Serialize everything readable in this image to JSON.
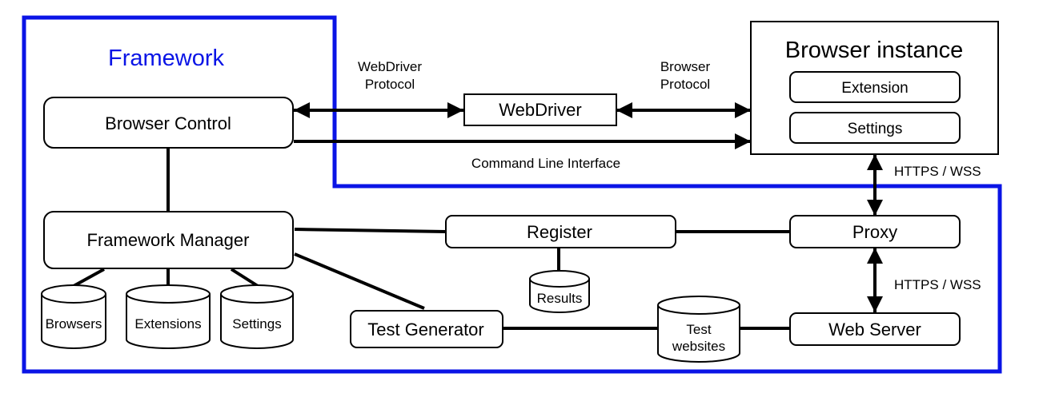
{
  "framework": {
    "title": "Framework"
  },
  "browser_instance": {
    "title": "Browser instance",
    "extension": "Extension",
    "settings": "Settings"
  },
  "nodes": {
    "browser_control": "Browser Control",
    "webdriver": "WebDriver",
    "framework_manager": "Framework Manager",
    "register": "Register",
    "proxy": "Proxy",
    "test_generator": "Test Generator",
    "web_server": "Web Server"
  },
  "databases": {
    "browsers": "Browsers",
    "extensions": "Extensions",
    "settings": "Settings",
    "results": "Results",
    "test_websites_line1": "Test",
    "test_websites_line2": "websites"
  },
  "edge_labels": {
    "webdriver_protocol_line1": "WebDriver",
    "webdriver_protocol_line2": "Protocol",
    "browser_protocol_line1": "Browser",
    "browser_protocol_line2": "Protocol",
    "cli": "Command Line Interface",
    "https_wss_top": "HTTPS / WSS",
    "https_wss_bottom": "HTTPS / WSS"
  },
  "colors": {
    "framework_border": "#0a14e6",
    "framework_title": "#0a14e6",
    "stroke": "#000000"
  }
}
